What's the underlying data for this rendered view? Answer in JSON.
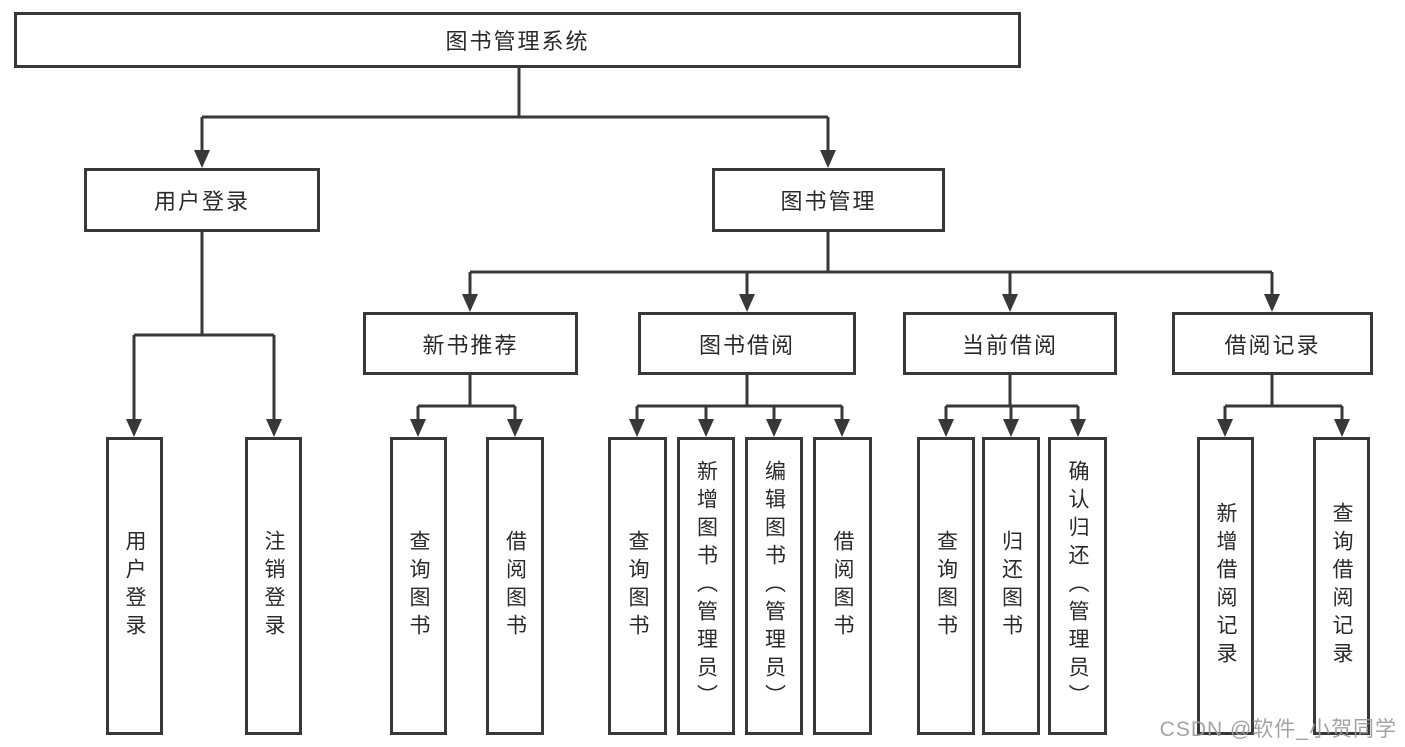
{
  "diagram": {
    "type": "hierarchy-tree",
    "root": {
      "label": "图书管理系统"
    },
    "level2": [
      {
        "label": "用户登录"
      },
      {
        "label": "图书管理"
      }
    ],
    "level3": [
      {
        "label": "新书推荐",
        "parent": "图书管理"
      },
      {
        "label": "图书借阅",
        "parent": "图书管理"
      },
      {
        "label": "当前借阅",
        "parent": "图书管理"
      },
      {
        "label": "借阅记录",
        "parent": "图书管理"
      }
    ],
    "level4": [
      {
        "label": "用户登录",
        "parent": "用户登录"
      },
      {
        "label": "注销登录",
        "parent": "用户登录"
      },
      {
        "label": "查询图书",
        "parent": "新书推荐"
      },
      {
        "label": "借阅图书",
        "parent": "新书推荐"
      },
      {
        "label": "查询图书",
        "parent": "图书借阅"
      },
      {
        "label": "新增图书（管理员）",
        "parent": "图书借阅"
      },
      {
        "label": "编辑图书（管理员）",
        "parent": "图书借阅"
      },
      {
        "label": "借阅图书",
        "parent": "图书借阅"
      },
      {
        "label": "查询图书",
        "parent": "当前借阅"
      },
      {
        "label": "归还图书",
        "parent": "当前借阅"
      },
      {
        "label": "确认归还（管理员）",
        "parent": "当前借阅"
      },
      {
        "label": "新增借阅记录",
        "parent": "借阅记录"
      },
      {
        "label": "查询借阅记录",
        "parent": "借阅记录"
      }
    ]
  },
  "watermark": {
    "text": "CSDN @软件_小贺同学"
  },
  "colors": {
    "line": "#383838",
    "border": "#383838",
    "text": "#2a2a2a",
    "watermark": "#9c9c9c",
    "background": "#ffffff"
  }
}
